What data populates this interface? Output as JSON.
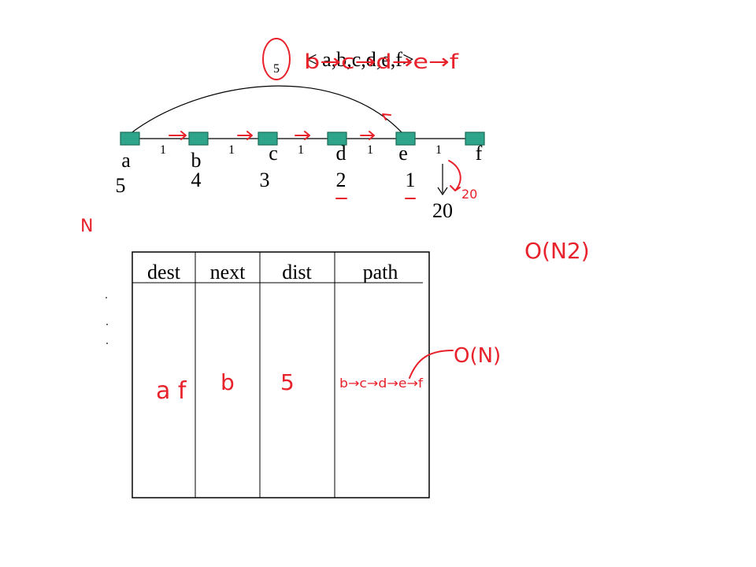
{
  "seq_label": "< a,b,c,d,e,f>",
  "arc_weight": "5",
  "nodes": [
    {
      "name": "a",
      "dist": "5"
    },
    {
      "name": "b",
      "dist": "4"
    },
    {
      "name": "c",
      "dist": "3"
    },
    {
      "name": "d",
      "dist": "2"
    },
    {
      "name": "e",
      "dist": "1"
    },
    {
      "name": "f",
      "dist": ""
    }
  ],
  "edge_weights": [
    "1",
    "1",
    "1",
    "1",
    "1"
  ],
  "down_value": "20",
  "table": {
    "headers": [
      "dest",
      "next",
      "dist",
      "path"
    ]
  },
  "annotations": {
    "top_path": "b→c→d→e→f",
    "side_20": "20",
    "n_mark": "N",
    "complexity_n2": "O(N2)",
    "complexity_n": "O(N)",
    "row_dest": "a f",
    "row_next": "b",
    "row_dist": "5",
    "row_path": "b→c→d→e→f"
  },
  "colors": {
    "node_fill": "#2ea48a",
    "node_stroke": "#1a6b58",
    "ink": "#e8212b"
  }
}
